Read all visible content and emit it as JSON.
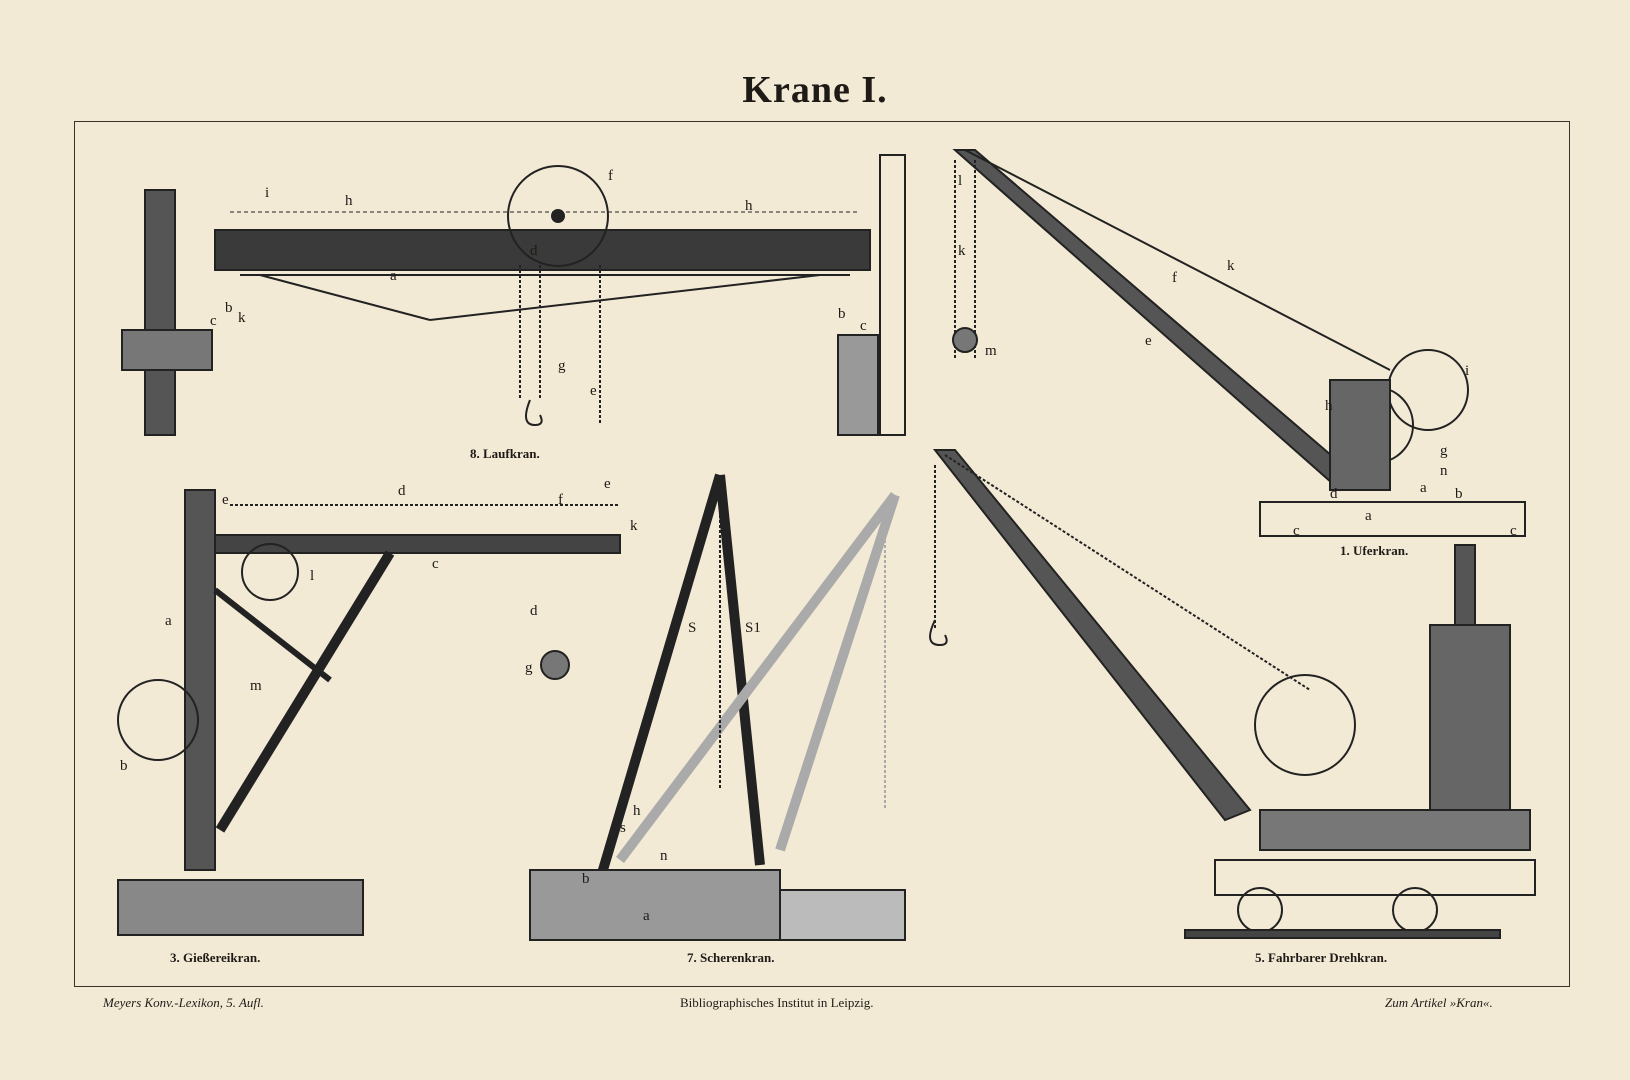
{
  "title": "Krane I.",
  "figures": [
    {
      "caption": "8. Laufkran.",
      "labels": [
        "i",
        "h",
        "f",
        "h",
        "a",
        "d",
        "c",
        "b",
        "k",
        "b",
        "c",
        "g",
        "e"
      ]
    },
    {
      "caption": "1. Uferkran.",
      "labels": [
        "l",
        "k",
        "m",
        "k",
        "f",
        "e",
        "i",
        "h",
        "g",
        "n",
        "a",
        "b",
        "d",
        "a",
        "c",
        "c"
      ]
    },
    {
      "caption": "3. Gießereikran.",
      "labels": [
        "d",
        "e",
        "f",
        "e",
        "k",
        "c",
        "l",
        "a",
        "m",
        "d",
        "g",
        "b"
      ]
    },
    {
      "caption": "7. Scherenkran.",
      "labels": [
        "S",
        "S1",
        "h",
        "s",
        "n",
        "b",
        "a"
      ]
    },
    {
      "caption": "5. Fahrbarer Drehkran.",
      "labels": []
    }
  ],
  "footer": {
    "left": "Meyers Konv.-Lexikon, 5. Aufl.",
    "center": "Bibliographisches Institut in Leipzig.",
    "right": "Zum Artikel »Kran«."
  }
}
